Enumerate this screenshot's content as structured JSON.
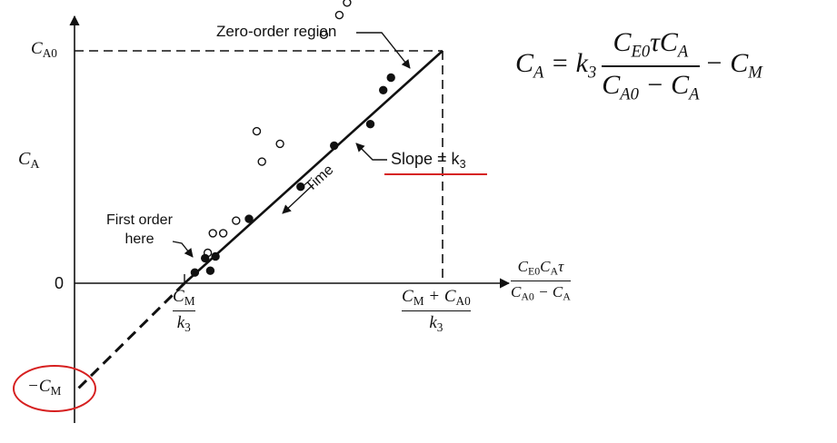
{
  "axes": {
    "y_tick_top": "C",
    "y_tick_top_sub": "A0",
    "y_label": "C",
    "y_label_sub": "A",
    "origin_label": "0",
    "neg_intercept": "−C",
    "neg_intercept_sub": "M",
    "x_intercept_num": "C",
    "x_intercept_num_sub": "M",
    "x_intercept_den": "k",
    "x_intercept_den_sub": "3",
    "x_end_num": "C",
    "x_end_num_sub": "M",
    "x_end_plus": " + C",
    "x_end_plus_sub": "A0",
    "x_end_den": "k",
    "x_end_den_sub": "3",
    "x_axis_num_1": "C",
    "x_axis_num_1_sub": "E0",
    "x_axis_num_2": "C",
    "x_axis_num_2_sub": "A",
    "x_axis_num_3": "τ",
    "x_axis_den_1": "C",
    "x_axis_den_1_sub": "A0",
    "x_axis_den_2": " − C",
    "x_axis_den_2_sub": "A"
  },
  "annotations": {
    "zero_order": "Zero-order region",
    "slope": "Slope = k",
    "slope_sub": "3",
    "time": "Time",
    "first_order_1": "First order",
    "first_order_2": "here"
  },
  "equation": {
    "lhs": "C",
    "lhs_sub": "A",
    "eq_sign": " = k",
    "k_sub": "3",
    "num_1": "C",
    "num_1_sub": "E0",
    "num_2": "τC",
    "num_2_sub": "A",
    "den_1": "C",
    "den_1_sub": "A0",
    "den_2": " − C",
    "den_2_sub": "A",
    "tail": " − C",
    "tail_sub": "M"
  },
  "chart_data": {
    "type": "scatter",
    "markers": {
      "open": [
        [
          0.09,
          0.17
        ],
        [
          0.11,
          0.28
        ],
        [
          0.15,
          0.28
        ],
        [
          0.2,
          0.35
        ],
        [
          0.3,
          0.68
        ],
        [
          0.28,
          0.85
        ],
        [
          0.37,
          0.78
        ],
        [
          0.54,
          1.39
        ],
        [
          0.6,
          1.5
        ],
        [
          0.63,
          1.57
        ]
      ],
      "filled": [
        [
          0.04,
          0.06
        ],
        [
          0.08,
          0.14
        ],
        [
          0.1,
          0.07
        ],
        [
          0.12,
          0.15
        ],
        [
          0.25,
          0.36
        ],
        [
          0.45,
          0.54
        ],
        [
          0.58,
          0.77
        ],
        [
          0.72,
          0.89
        ],
        [
          0.77,
          1.08
        ],
        [
          0.8,
          1.15
        ]
      ]
    },
    "colors": {
      "ink": "#111111",
      "highlight": "#d61f1f"
    }
  }
}
